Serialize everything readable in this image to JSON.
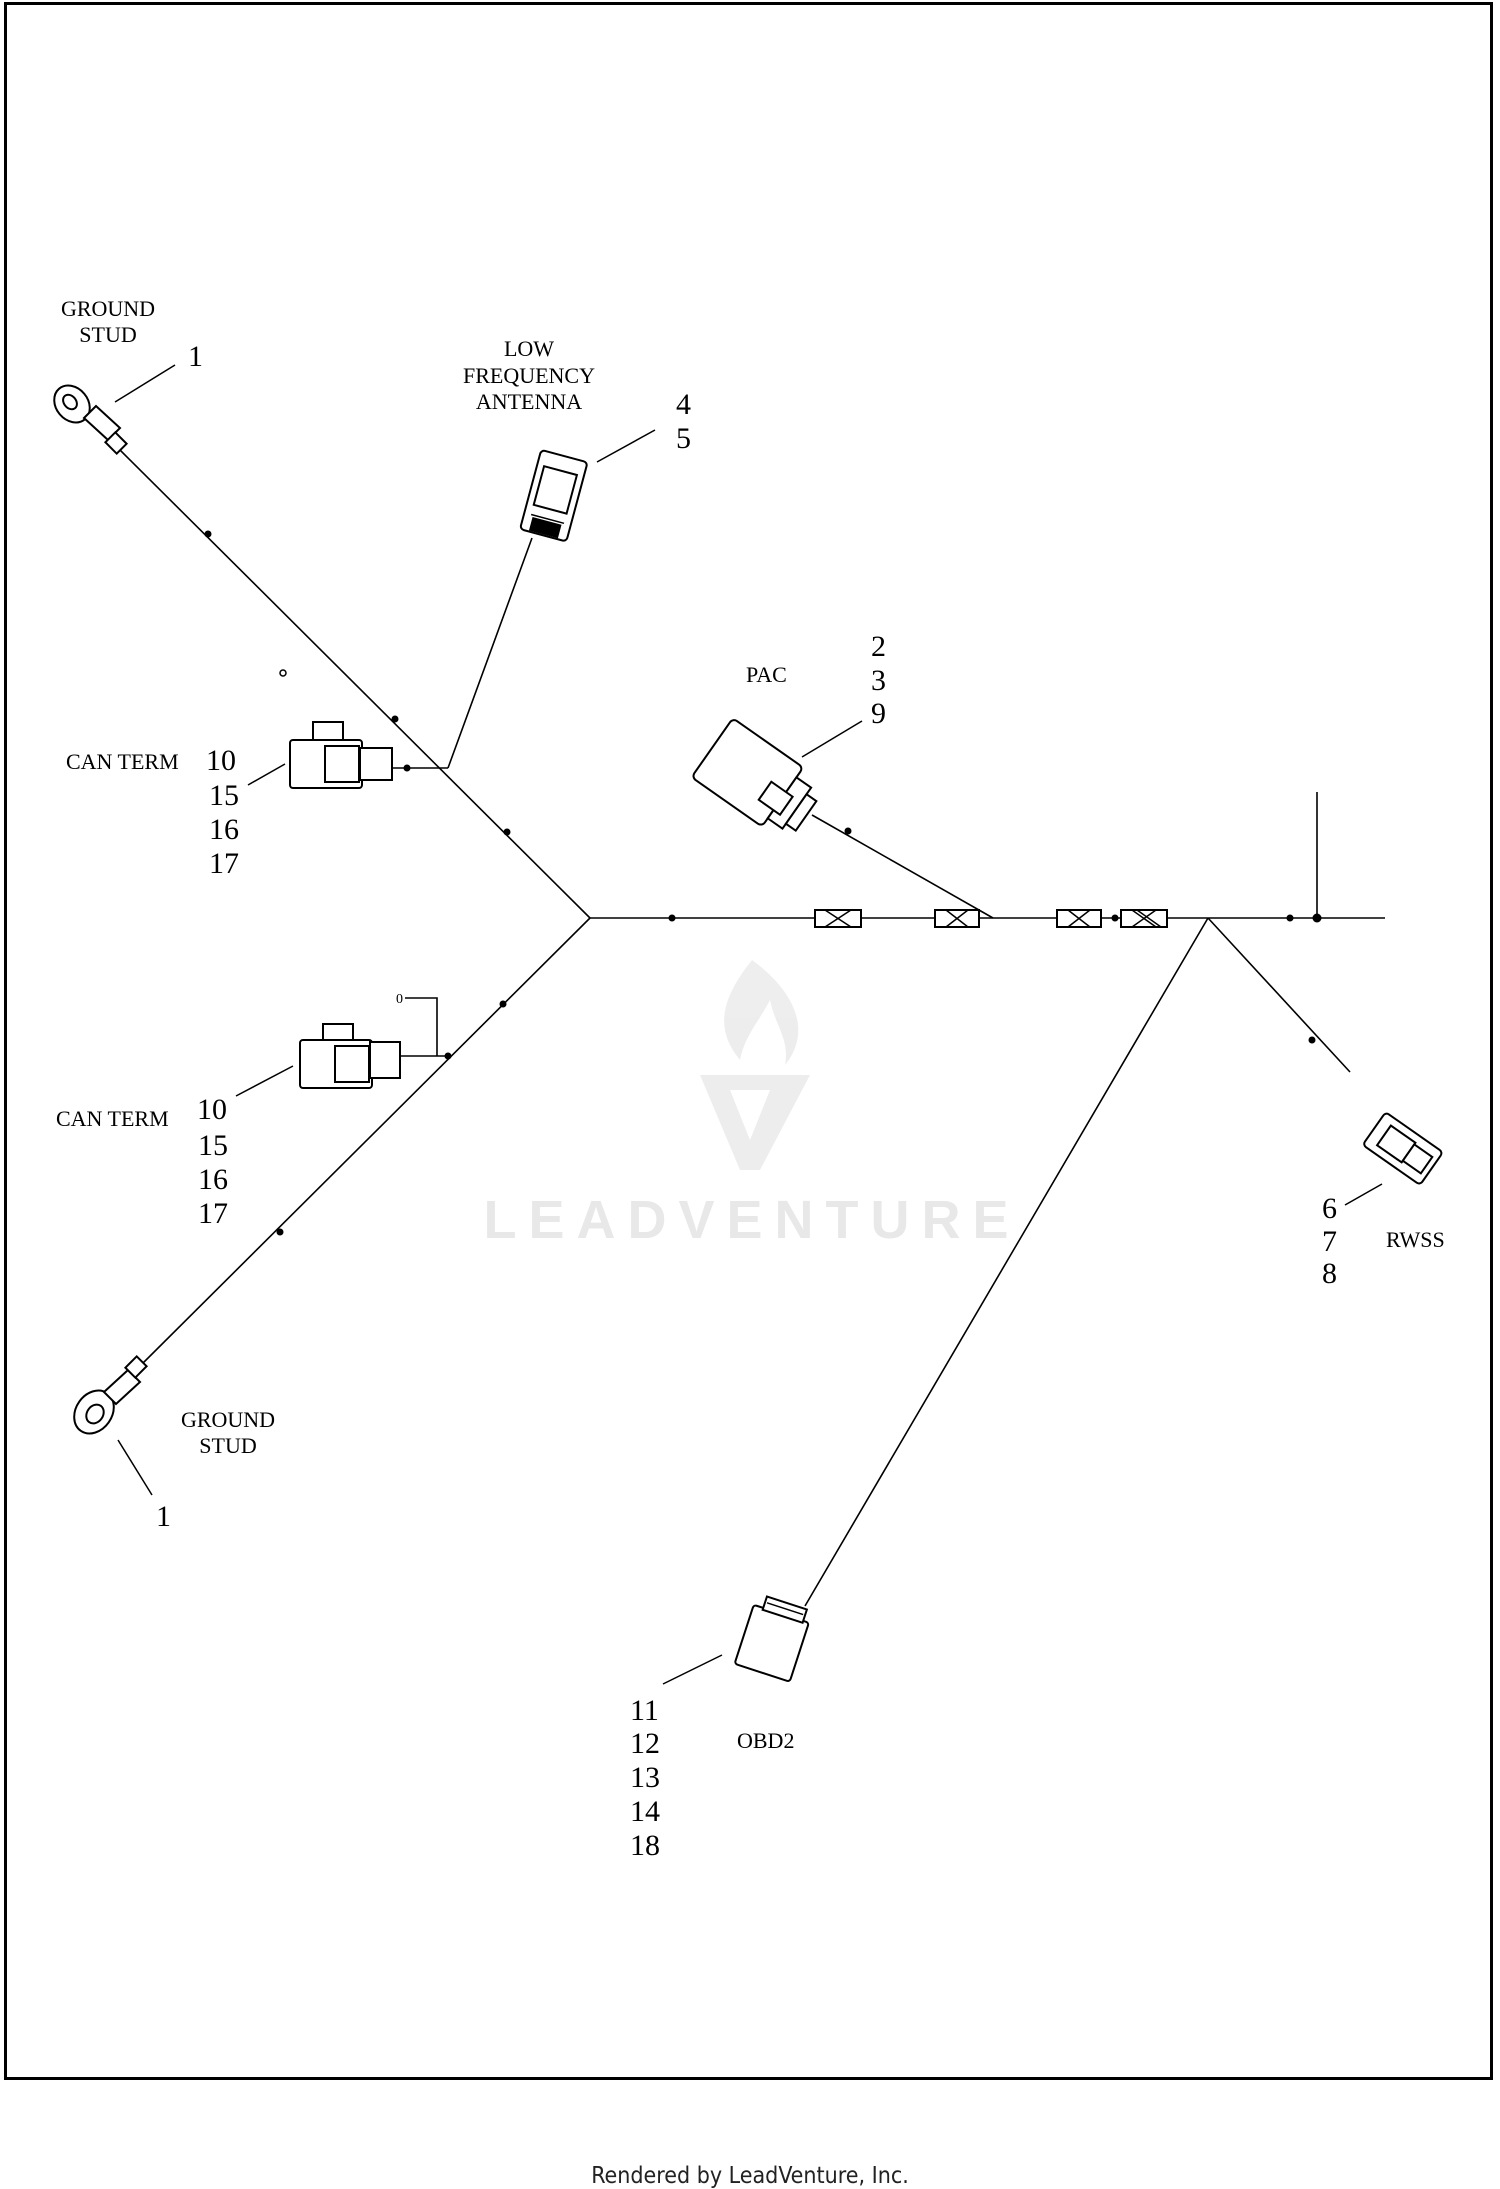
{
  "watermark": {
    "brand": "LEADVENTURE"
  },
  "labels": {
    "ground_stud_top": [
      "GROUND",
      "STUD"
    ],
    "ground_stud_bottom": [
      "GROUND",
      "STUD"
    ],
    "low_frequency_antenna": [
      "LOW",
      "FREQUENCY",
      "ANTENNA"
    ],
    "pac": "PAC",
    "can_term_upper": "CAN TERM",
    "can_term_lower": "CAN TERM",
    "rwss": "RWSS",
    "obd2": "OBD2",
    "small_zero": "0"
  },
  "callouts": {
    "ground_stud_top": [
      "1"
    ],
    "low_frequency_antenna": [
      "4",
      "5"
    ],
    "pac": [
      "2",
      "3",
      "9"
    ],
    "can_term_upper": [
      "10",
      "15",
      "16",
      "17"
    ],
    "can_term_lower": [
      "10",
      "15",
      "16",
      "17"
    ],
    "rwss": [
      "6",
      "7",
      "8"
    ],
    "ground_stud_bottom": [
      "1"
    ],
    "obd2": [
      "11",
      "12",
      "13",
      "14",
      "18"
    ]
  },
  "footer": {
    "credit": "Rendered by LeadVenture, Inc."
  }
}
